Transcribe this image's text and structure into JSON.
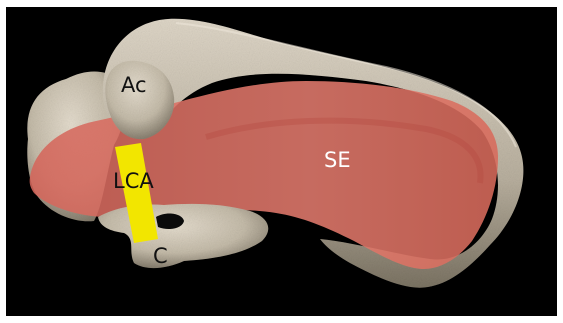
{
  "labels": {
    "acromion": "Ac",
    "ligament": "LCA",
    "coracoid": "C",
    "subacromial": "SE"
  },
  "colors": {
    "background": "#000000",
    "frame": "#ffffff",
    "bone": "#cfc6b6",
    "bone_shadow": "#7e7566",
    "tissue_overlay": "#e06a5e",
    "ligament": "#f2e600"
  }
}
